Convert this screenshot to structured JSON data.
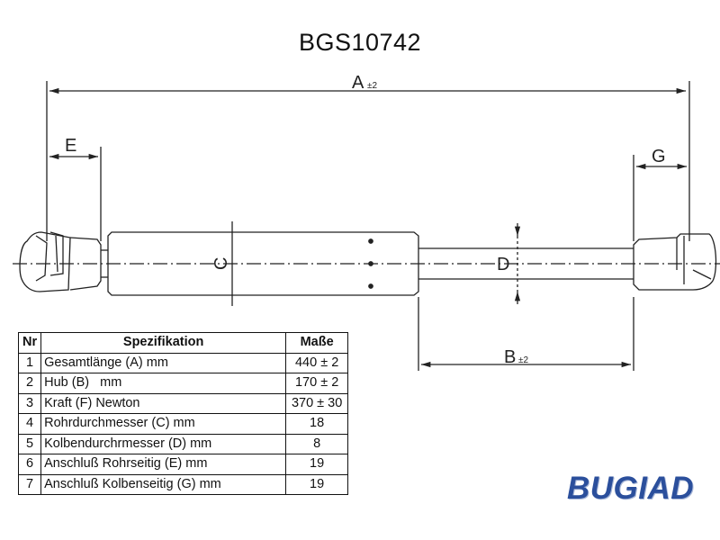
{
  "title": "BGS10742",
  "dimension_labels": {
    "A": "A",
    "A_tol": "±2",
    "B": "B",
    "B_tol": "±2",
    "C": "C",
    "D": "D",
    "E": "E",
    "G": "G"
  },
  "table": {
    "headers": [
      "Nr",
      "Spezifikation",
      "Maße"
    ],
    "rows": [
      {
        "nr": "1",
        "spec": "Gesamtlänge (A) mm",
        "value": "440 ± 2"
      },
      {
        "nr": "2",
        "spec": "Hub (B)   mm",
        "value": "170 ± 2"
      },
      {
        "nr": "3",
        "spec": "Kraft (F) Newton",
        "value": "370 ± 30"
      },
      {
        "nr": "4",
        "spec": "Rohrdurchmesser (C) mm",
        "value": "18"
      },
      {
        "nr": "5",
        "spec": "Kolbendurchrmesser (D) mm",
        "value": "8"
      },
      {
        "nr": "6",
        "spec": "Anschluß Rohrseitig (E) mm",
        "value": "19"
      },
      {
        "nr": "7",
        "spec": "Anschluß Kolbenseitig (G) mm",
        "value": "19"
      }
    ]
  },
  "brand": "BUGIAD",
  "colors": {
    "line": "#222222",
    "brand": "#2b4f9c"
  }
}
